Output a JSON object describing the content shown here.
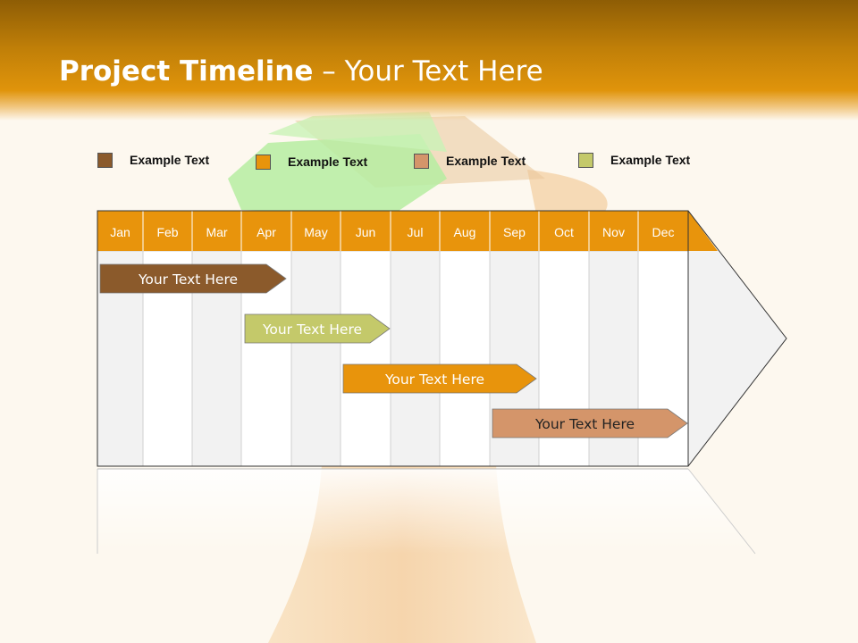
{
  "title": {
    "bold": "Project Timeline",
    "rest": " – Your Text Here"
  },
  "legend": [
    {
      "label": "Example Text",
      "color": "#8b5a2b"
    },
    {
      "label": "Example Text",
      "color": "#e8940c"
    },
    {
      "label": "Example Text",
      "color": "#d4956a"
    },
    {
      "label": "Example Text",
      "color": "#c4c96a"
    }
  ],
  "months": [
    "Jan",
    "Feb",
    "Mar",
    "Apr",
    "May",
    "Jun",
    "Jul",
    "Aug",
    "Sep",
    "Oct",
    "Nov",
    "Dec"
  ],
  "bars": [
    {
      "label": "Your  Text Here",
      "start_month": "Jan",
      "end_month": "Apr",
      "color": "#8b5a2b",
      "text_color": "#ffffff"
    },
    {
      "label": "Your  Text Here",
      "start_month": "Apr",
      "end_month": "Jun",
      "color": "#c4c96a",
      "text_color": "#ffffff"
    },
    {
      "label": "Your  Text Here",
      "start_month": "Jun",
      "end_month": "Sep",
      "color": "#e8940c",
      "text_color": "#ffffff"
    },
    {
      "label": "Your  Text Here",
      "start_month": "Sep",
      "end_month": "Dec",
      "color": "#d4956a",
      "text_color": "#222222"
    }
  ],
  "colors": {
    "header": "#e0940b",
    "month_header": "#e8940c",
    "column_shade": "#f2f2f2"
  }
}
